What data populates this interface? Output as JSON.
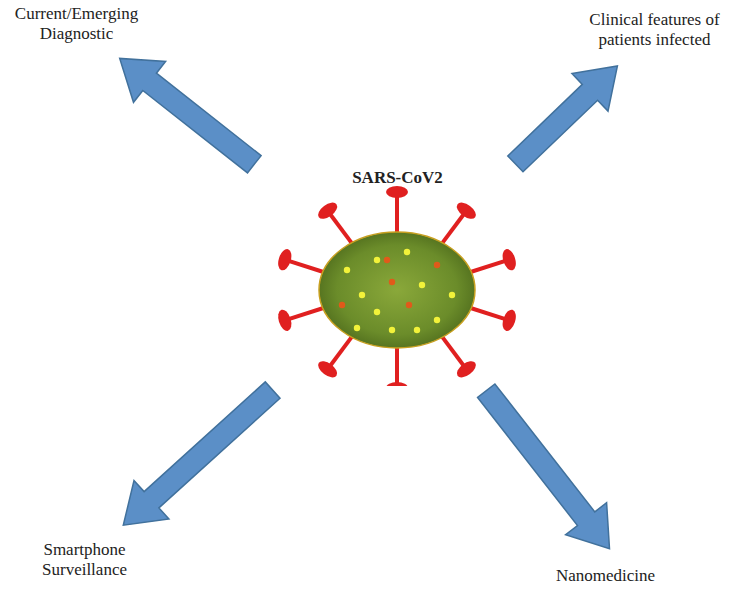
{
  "diagram": {
    "nodes": [
      {
        "text": [
          "SARS-CoV2"
        ]
      },
      {
        "text": [
          "Current/Emerging Diagnostic"
        ]
      },
      {
        "text": [
          "Clinical features of patients infected"
        ]
      },
      {
        "text": [
          "Smartphone Surveillance"
        ]
      },
      {
        "text": [
          "Nanomedicine"
        ]
      }
    ],
    "edges": [
      {
        "from": 0,
        "to": 1,
        "arrow": "to"
      },
      {
        "from": 0,
        "to": 2,
        "arrow": "to"
      },
      {
        "from": 0,
        "to": 3,
        "arrow": "to"
      },
      {
        "from": 0,
        "to": 4,
        "arrow": "to"
      }
    ]
  }
}
